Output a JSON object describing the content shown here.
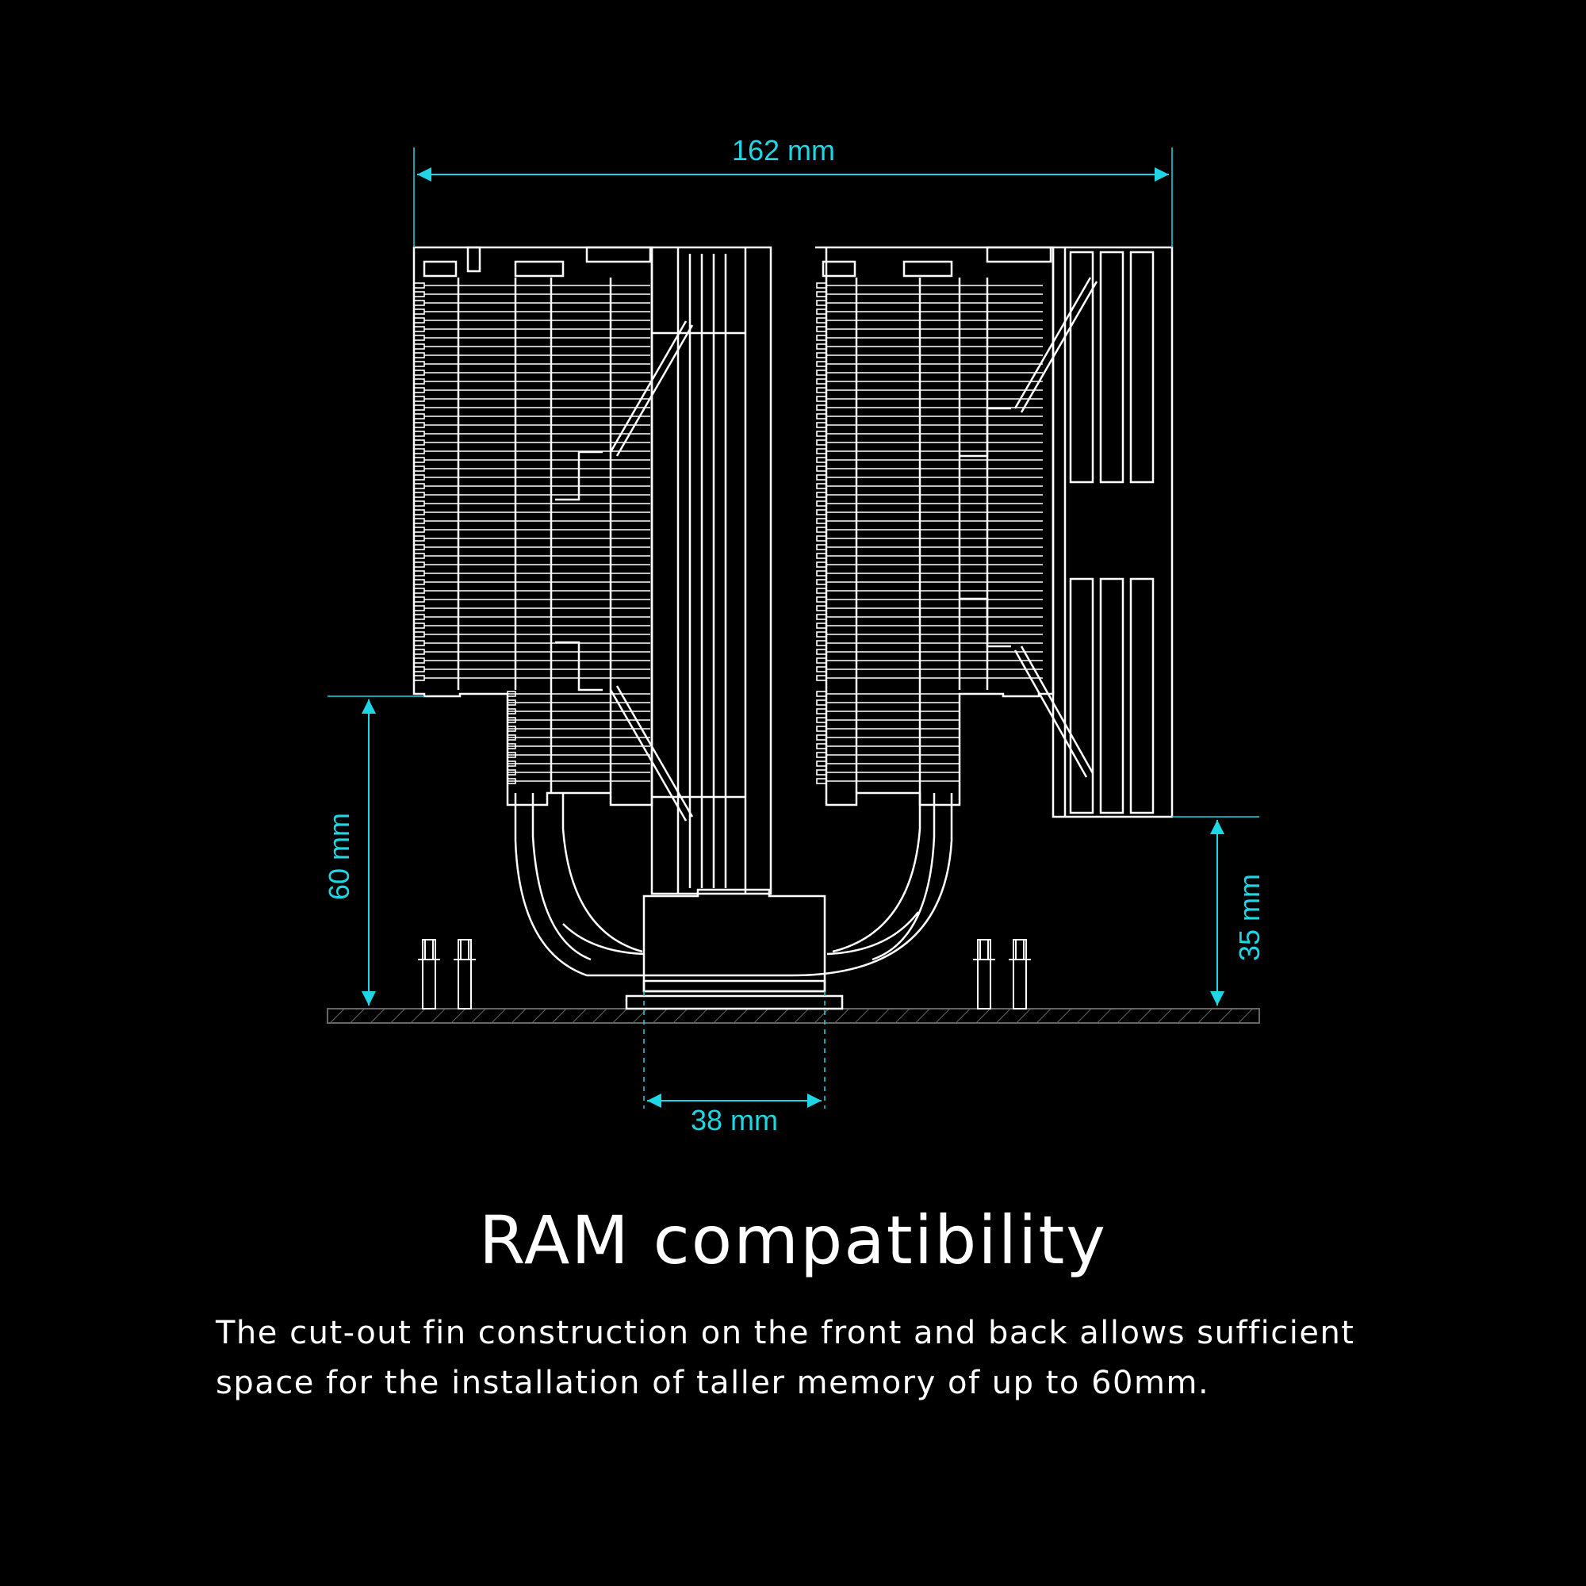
{
  "dimensions": {
    "total_width": "162 mm",
    "ram_clearance": "60 mm",
    "fan_clearance": "35 mm",
    "base_width": "38 mm"
  },
  "heading": "RAM compatibility",
  "description": "The cut-out fin construction on the front and back allows sufficient space for the installation of taller memory of up to 60mm.",
  "colors": {
    "background": "#000000",
    "drawing": "#ffffff",
    "dimension": "#1ed6e6",
    "pcb": "#666666"
  }
}
